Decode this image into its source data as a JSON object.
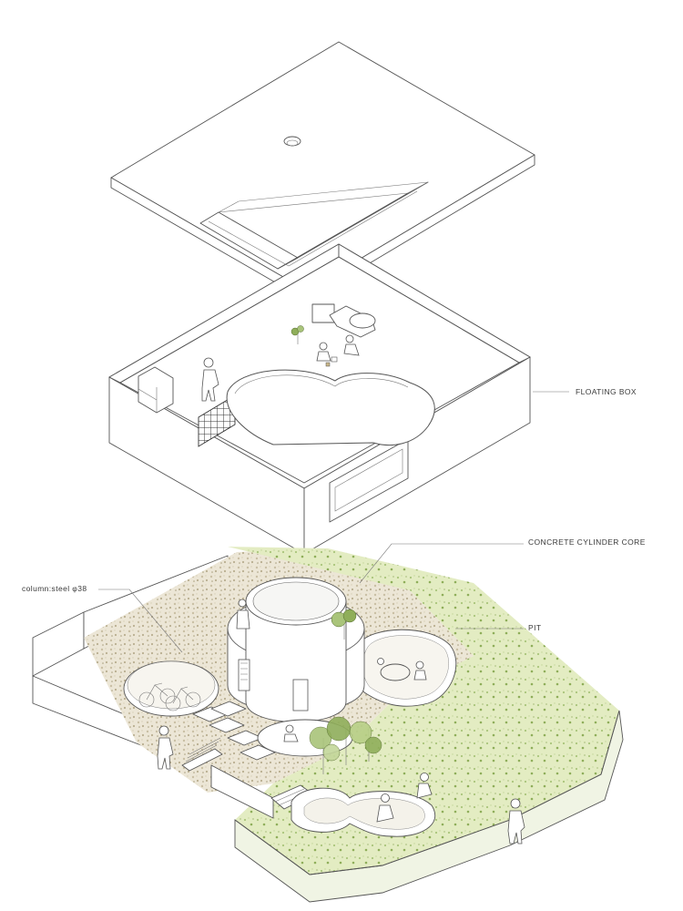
{
  "labels": {
    "floating_box": "FLOATING BOX",
    "concrete_core": "CONCRETE CYLINDER CORE",
    "column": "column:steel φ38",
    "pit": "PIT"
  },
  "colors": {
    "line": "#555555",
    "grass_light": "#e6efc6",
    "grass_mid": "#c9dc9a",
    "gravel": "#c9bfa4",
    "tree_green": "#8fae5a"
  }
}
